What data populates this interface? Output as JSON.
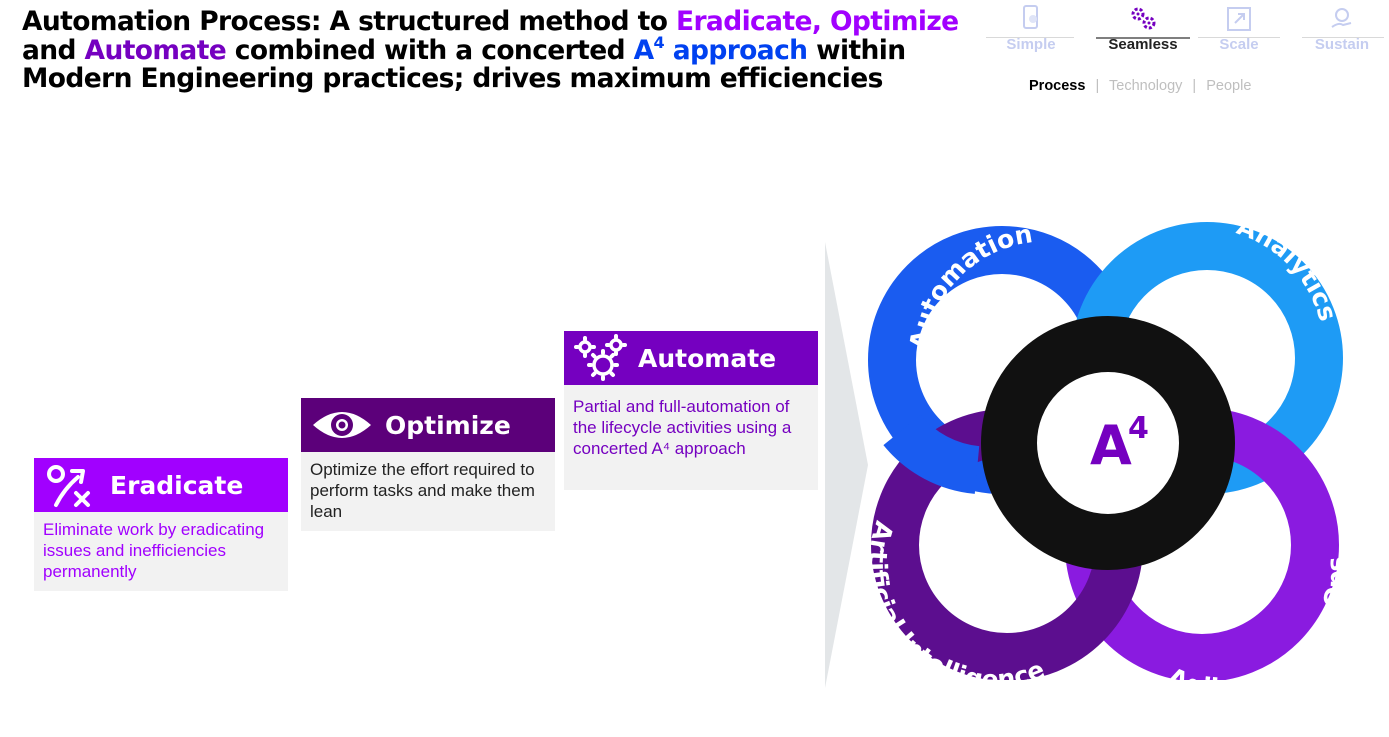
{
  "title": {
    "part1": "Automation Process: A structured method to ",
    "eradicate": "Eradicate,",
    "space1": " ",
    "optimize": "Optimize",
    "line2_and": "and ",
    "automate": "Automate",
    "line2_mid": " combined with a concerted ",
    "a": "A",
    "sup": "4",
    "approach": " approach",
    "line2_end": " within",
    "line3": "Modern Engineering practices; drives maximum efficiencies"
  },
  "nav": {
    "items": [
      {
        "label": "Simple",
        "icon": "phone-touch-icon",
        "active": false
      },
      {
        "label": "Seamless",
        "icon": "gears-icon",
        "active": true
      },
      {
        "label": "Scale",
        "icon": "expand-icon",
        "active": false
      },
      {
        "label": "Sustain",
        "icon": "hand-plant-icon",
        "active": false
      }
    ],
    "sub": [
      "Process",
      "Technology",
      "People"
    ],
    "sep": "|"
  },
  "steps": [
    {
      "heading": "Eradicate",
      "icon": "eradicate-icon",
      "body": "Eliminate work by eradicating issues and inefficiencies permanently",
      "color": "#a100ff"
    },
    {
      "heading": "Optimize",
      "icon": "eye-icon",
      "body": "Optimize the effort required to perform tasks and make them lean",
      "color": "#5c007a"
    },
    {
      "heading": "Automate",
      "icon": "gears-icon",
      "body": "Partial and full-automation of the lifecycle activities using a concerted A⁴ approach",
      "color": "#7500c0"
    }
  ],
  "rings": {
    "automation": {
      "label": "Automation",
      "color": "#1a5cf0"
    },
    "analytics": {
      "label": "Analytics",
      "color": "#1e9bf5"
    },
    "ai": {
      "label": "Artificial Intelligence",
      "color": "#5c0e8f"
    },
    "agile": {
      "label": "Agile & DevSecOps",
      "color": "#8a1be0"
    },
    "center": {
      "label": "A",
      "sup": "4",
      "ring_color": "#111111",
      "text_color": "#7500c0"
    }
  },
  "colors": {
    "purple": "#a100ff",
    "dark_purple": "#7500c0",
    "blue": "#0041f0",
    "divider": "#e3e6e8"
  }
}
